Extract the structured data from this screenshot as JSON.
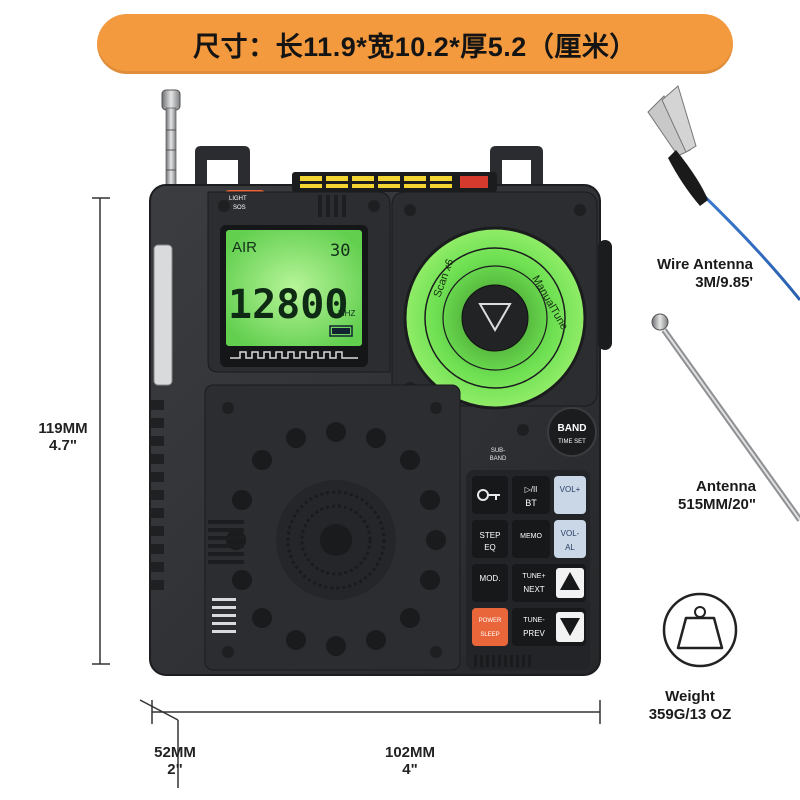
{
  "banner": {
    "text": "尺寸：长11.9*宽10.2*厚5.2（厘米）"
  },
  "dimensions": {
    "height_mm": "119MM",
    "height_in": "4.7\"",
    "depth_mm": "52MM",
    "depth_in": "2\"",
    "width_mm": "102MM",
    "width_in": "4\""
  },
  "accessories": {
    "wire_antenna_title": "Wire Antenna",
    "wire_antenna_spec": "3M/9.85'",
    "antenna_title": "Antenna",
    "antenna_spec": "515MM/20\"",
    "weight_title": "Weight",
    "weight_spec": "359G/13 OZ"
  },
  "display": {
    "band": "AIR",
    "signal": "30",
    "frequency": "12800",
    "unit": "MHZ"
  },
  "top_buttons": {
    "light": "LIGHT",
    "sos": "SOS"
  },
  "dial": {
    "label": "ManualTune",
    "label2": "Scan x6"
  },
  "controls": {
    "band": "BAND",
    "time_set": "TIME SET",
    "sub_band_1": "SUB-",
    "sub_band_2": "BAND",
    "bt_top": "▷/II",
    "bt": "BT",
    "vol_up": "VOL+",
    "step": "STEP",
    "eq": "EQ",
    "memo": "MEMO",
    "vol_down": "VOL-",
    "al": "AL",
    "mod": "MOD.",
    "tune_plus": "TUNE+",
    "next": "NEXT",
    "power": "POWER",
    "sleep": "SLEEP",
    "tune_minus": "TUNE-",
    "prev": "PREV"
  },
  "colors": {
    "banner": "#f39a3e",
    "lcd_green": "#7ee06a",
    "radio_body": "#2f3134",
    "power_button": "#e8663a",
    "vol_button": "#c9d7e6"
  }
}
